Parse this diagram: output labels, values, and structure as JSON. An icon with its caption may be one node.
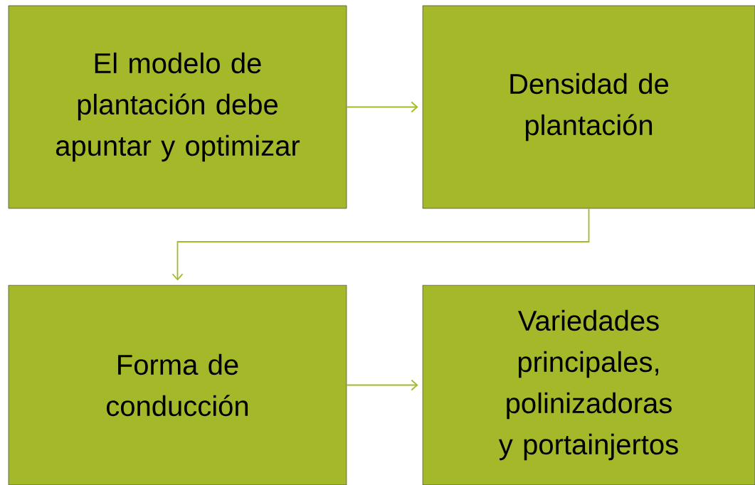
{
  "diagram": {
    "nodes": [
      {
        "text": [
          "El modelo de plantación debe apuntar y optimizar"
        ]
      },
      {
        "text": [
          "Densidad de plantación"
        ]
      },
      {
        "text": [
          "Forma de conducción"
        ]
      },
      {
        "text": [
          "Variedades principales, polinizadoras y portainjertos"
        ]
      }
    ],
    "edges": [
      {
        "from": 0,
        "to": 1,
        "arrow": "to"
      },
      {
        "from": 1,
        "to": 2,
        "arrow": "to"
      },
      {
        "from": 2,
        "to": 3,
        "arrow": "to"
      }
    ]
  }
}
